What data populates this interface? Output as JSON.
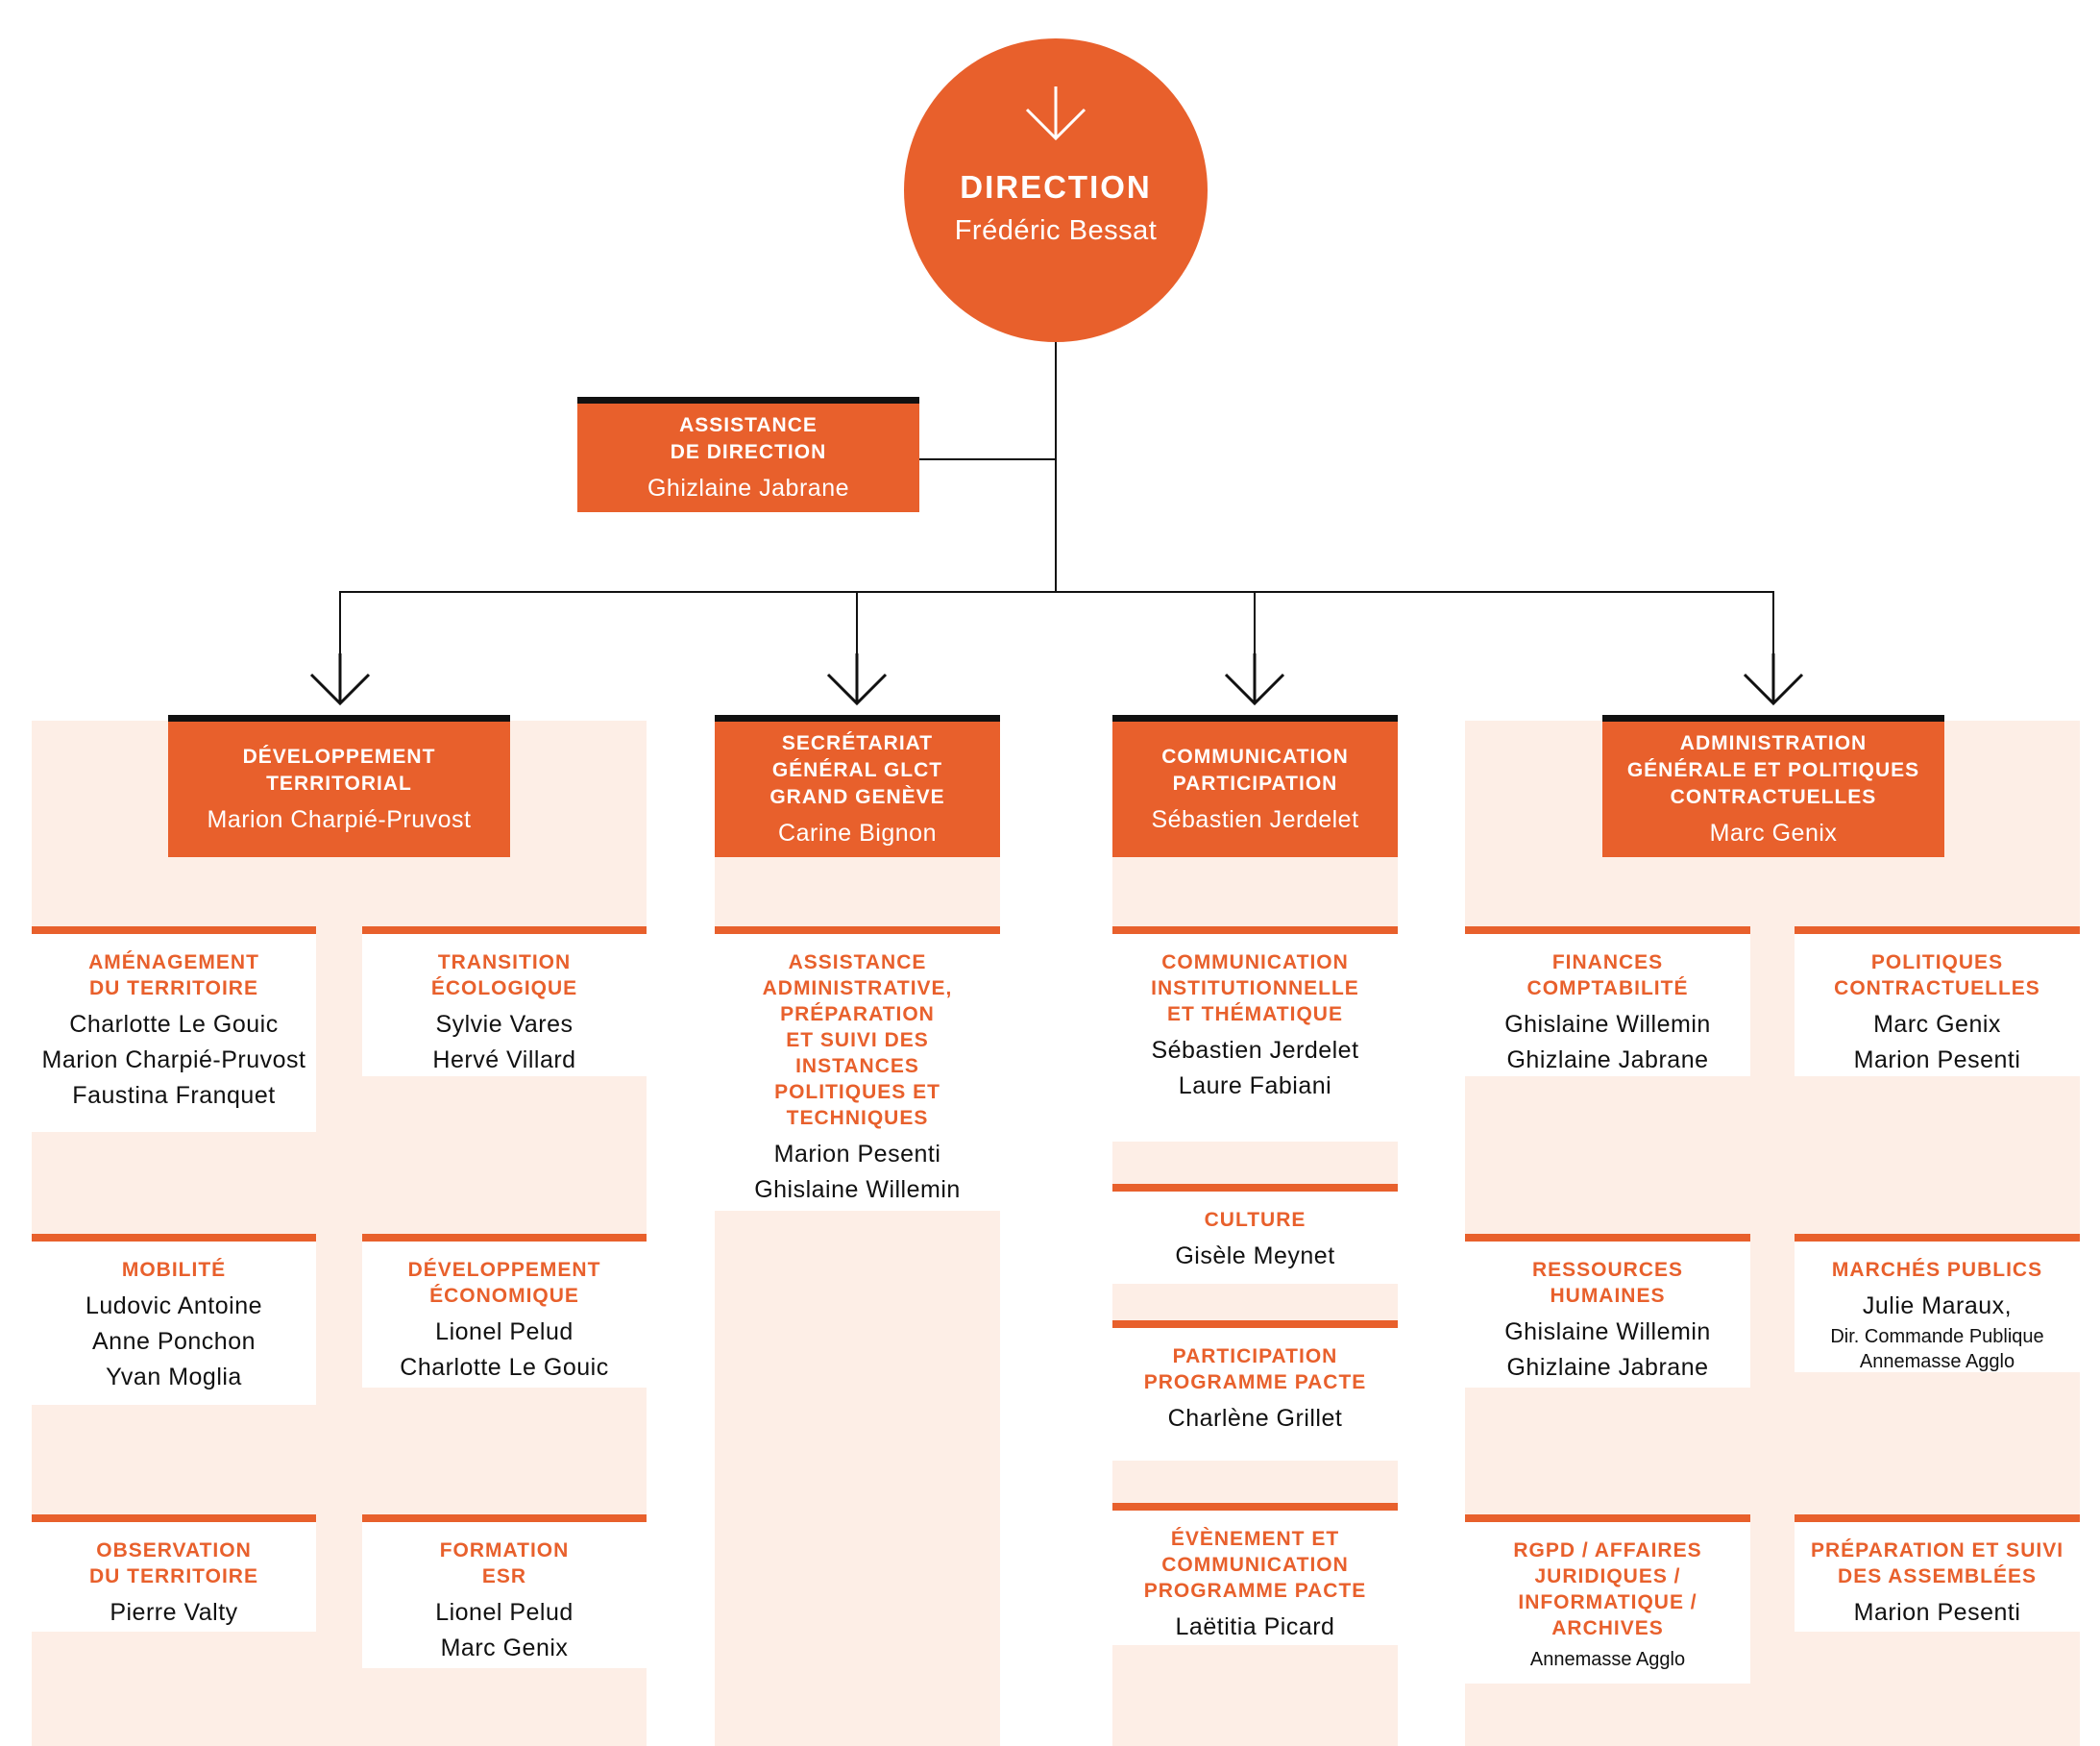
{
  "colors": {
    "accent": "#e8602c",
    "background_tint": "#fdeee6",
    "line": "#111111"
  },
  "direction": {
    "title": "DIRECTION",
    "name": "Frédéric Bessat"
  },
  "assistant": {
    "title": "ASSISTANCE\nDE DIRECTION",
    "name": "Ghizlaine Jabrane"
  },
  "departments": [
    {
      "title": "DÉVELOPPEMENT\nTERRITORIAL",
      "name": "Marion Charpié-Pruvost"
    },
    {
      "title": "SECRÉTARIAT\nGÉNÉRAL GLCT\nGRAND GENÈVE",
      "name": "Carine Bignon"
    },
    {
      "title": "COMMUNICATION\nPARTICIPATION",
      "name": "Sébastien Jerdelet"
    },
    {
      "title": "ADMINISTRATION\nGÉNÉRALE ET POLITIQUES\nCONTRACTUELLES",
      "name": "Marc Genix"
    }
  ],
  "services": {
    "amenagement": {
      "title": "AMÉNAGEMENT\nDU TERRITOIRE",
      "names": [
        "Charlotte Le Gouic",
        "Marion Charpié-Pruvost",
        "Faustina Franquet"
      ]
    },
    "transition": {
      "title": "TRANSITION\nÉCOLOGIQUE",
      "names": [
        "Sylvie Vares",
        "Hervé Villard"
      ]
    },
    "mobilite": {
      "title": "MOBILITÉ",
      "names": [
        "Ludovic Antoine",
        "Anne Ponchon",
        "Yvan Moglia"
      ]
    },
    "dev_eco": {
      "title": "DÉVELOPPEMENT\nÉCONOMIQUE",
      "names": [
        "Lionel Pelud",
        "Charlotte Le Gouic"
      ]
    },
    "observation": {
      "title": "OBSERVATION\nDU TERRITOIRE",
      "names": [
        "Pierre Valty"
      ]
    },
    "formation": {
      "title": "FORMATION\nESR",
      "names": [
        "Lionel Pelud",
        "Marc Genix"
      ]
    },
    "assistance_admin": {
      "title": "ASSISTANCE\nADMINISTRATIVE,\nPRÉPARATION\nET SUIVI DES\nINSTANCES\nPOLITIQUES ET\nTECHNIQUES",
      "names": [
        "Marion Pesenti",
        "Ghislaine Willemin"
      ]
    },
    "comm_inst": {
      "title": "COMMUNICATION\nINSTITUTIONNELLE\nET THÉMATIQUE",
      "names": [
        "Sébastien Jerdelet",
        "Laure Fabiani"
      ]
    },
    "culture": {
      "title": "CULTURE",
      "names": [
        "Gisèle Meynet"
      ]
    },
    "participation": {
      "title": "PARTICIPATION\nPROGRAMME PACTE",
      "names": [
        "Charlène Grillet"
      ]
    },
    "evenement": {
      "title": "ÉVÈNEMENT ET\nCOMMUNICATION\nPROGRAMME PACTE",
      "names": [
        "Laëtitia Picard"
      ]
    },
    "finances": {
      "title": "FINANCES\nCOMPTABILITÉ",
      "names": [
        "Ghislaine Willemin",
        "Ghizlaine Jabrane"
      ]
    },
    "politiques": {
      "title": "POLITIQUES\nCONTRACTUELLES",
      "names": [
        "Marc Genix",
        "Marion Pesenti"
      ]
    },
    "rh": {
      "title": "RESSOURCES\nHUMAINES",
      "names": [
        "Ghislaine Willemin",
        "Ghizlaine Jabrane"
      ]
    },
    "marches": {
      "title": "MARCHÉS PUBLICS",
      "names": [
        "Julie Maraux,"
      ],
      "notes": [
        "Dir. Commande Publique",
        "Annemasse Agglo"
      ]
    },
    "rgpd": {
      "title": "RGPD / AFFAIRES\nJURIDIQUES /\nINFORMATIQUE /\nARCHIVES",
      "names": [],
      "notes": [
        "Annemasse Agglo"
      ]
    },
    "assemblees": {
      "title": "PRÉPARATION ET SUIVI\nDES ASSEMBLÉES",
      "names": [
        "Marion Pesenti"
      ]
    }
  }
}
